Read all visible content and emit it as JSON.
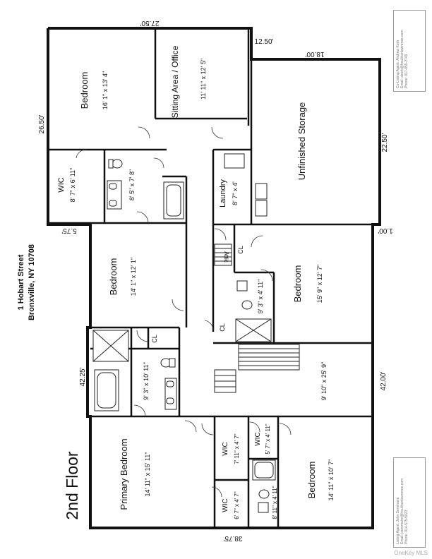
{
  "address": {
    "street": "1 Hobart Street",
    "city": "Bronxville, NY 10708"
  },
  "floor_label": "2nd Floor",
  "rooms": {
    "bedroom_top": {
      "name": "Bedroom",
      "size": "16' 1\" x 13' 4\""
    },
    "sitting_office": {
      "name": "Sitting Area / Office",
      "size": "11' 11\" x 12' 5\""
    },
    "unfinished_storage": {
      "name": "Unfinished Storage"
    },
    "wic_1": {
      "name": "WIC",
      "size": "8' 7\" x 6' 11\""
    },
    "bath_1": {
      "size": "8' 5\" x 7' 8\""
    },
    "laundry": {
      "name": "Laundry",
      "size": "8' 7\" x 4'"
    },
    "bedroom_mid": {
      "name": "Bedroom",
      "size": "14' 1\" x 12' 1\""
    },
    "attic": {
      "name": "Attic"
    },
    "bedroom_right": {
      "name": "Bedroom",
      "size": "15' 9\" x 12' 7\""
    },
    "bath_2": {
      "size": "9' 3\" x 4' 11\""
    },
    "bath_3": {
      "size": "9' 3\" x 10' 11\""
    },
    "hall": {
      "size": "9' 10\" x 25' 9\""
    },
    "primary_bedroom": {
      "name": "Primary Bedroom",
      "size": "14' 11\" x 15' 11\""
    },
    "wic_2": {
      "name": "WIC",
      "size": "7' 11\" x 4' 7\""
    },
    "wic_3": {
      "name": "WIC",
      "size": "6' 7\" x 4' 7\""
    },
    "wic_4": {
      "name": "WIC",
      "size": "5' 7\" x 4' 11\""
    },
    "bath_4": {
      "size": "8' 11\" x 4' 11\""
    },
    "bedroom_bottom": {
      "name": "Bedroom",
      "size": "14' 11\" x 10' 7\""
    },
    "closet": "CL"
  },
  "dimensions": {
    "d_27_50": "27.50'",
    "d_12_50": "12.50'",
    "d_18_00": "18.00'",
    "d_26_50": "26.50'",
    "d_22_50": "22.50'",
    "d_5_75": "5.75'",
    "d_1_00": "1.00'",
    "d_42_25": "42.25'",
    "d_42_00": "42.00'",
    "d_38_75": "38.75'"
  },
  "agents": {
    "top": {
      "line1": "Co-Listing Agent: Andrew Korb",
      "line2": "Email: akorb@houlihanlawrence.com",
      "line3": "Phone: 917-855-2749"
    },
    "bottom": {
      "line1": "Listing Agent: John Semmaire",
      "line2": "Email: jsemmaire@houlihanlawrence.com",
      "line3": "Phone: 914-575-5023"
    }
  },
  "watermark": "OneKey MLS"
}
